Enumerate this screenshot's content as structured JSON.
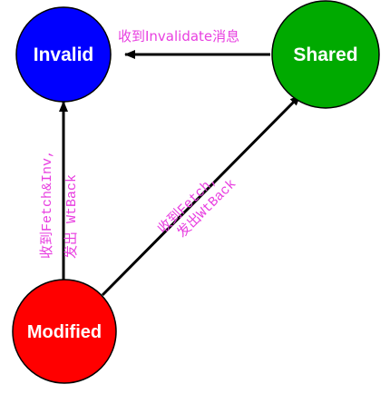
{
  "states": {
    "invalid": {
      "label": "Invalid",
      "color": "#0000ff"
    },
    "shared": {
      "label": "Shared",
      "color": "#00aa00"
    },
    "modified": {
      "label": "Modified",
      "color": "#ff0000"
    }
  },
  "edges": {
    "shared_to_invalid": {
      "label": "收到Invalidate消息"
    },
    "modified_to_invalid": {
      "line1": "收到Fetch&Inv,",
      "line2": "发出 WtBack"
    },
    "modified_to_shared": {
      "line1": "收到Fetch,",
      "line2": "发出WtBack"
    }
  },
  "colors": {
    "edge": "#000000",
    "edge_label": "#e83fe0",
    "outline": "#000000"
  }
}
